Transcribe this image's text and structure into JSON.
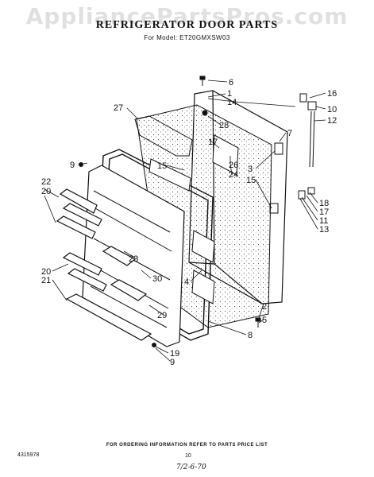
{
  "header": {
    "watermark": "AppliancePartsPros.com",
    "title": "REFRIGERATOR DOOR PARTS",
    "subtitle": "For Model: ET20GMXSW03"
  },
  "footer": {
    "ordering_note": "FOR ORDERING INFORMATION REFER TO PARTS PRICE LIST",
    "doc_number": "4315978",
    "page_number": "10",
    "handwritten": "7/2-6-70"
  },
  "callouts": [
    {
      "id": "c6",
      "label": "6"
    },
    {
      "id": "c1",
      "label": "1"
    },
    {
      "id": "c14",
      "label": "14"
    },
    {
      "id": "c16",
      "label": "16"
    },
    {
      "id": "c10",
      "label": "10"
    },
    {
      "id": "c12",
      "label": "12"
    },
    {
      "id": "c27",
      "label": "27"
    },
    {
      "id": "c28",
      "label": "28"
    },
    {
      "id": "c7",
      "label": "7"
    },
    {
      "id": "c17a",
      "label": "17"
    },
    {
      "id": "c26",
      "label": "26"
    },
    {
      "id": "c24",
      "label": "24"
    },
    {
      "id": "c15a",
      "label": "15"
    },
    {
      "id": "c3",
      "label": "3"
    },
    {
      "id": "c15b",
      "label": "15"
    },
    {
      "id": "c9a",
      "label": "9"
    },
    {
      "id": "c22",
      "label": "22"
    },
    {
      "id": "c20a",
      "label": "20"
    },
    {
      "id": "c18",
      "label": "18"
    },
    {
      "id": "c17b",
      "label": "17"
    },
    {
      "id": "c11",
      "label": "11"
    },
    {
      "id": "c13",
      "label": "13"
    },
    {
      "id": "c23",
      "label": "23"
    },
    {
      "id": "c20b",
      "label": "20"
    },
    {
      "id": "c21",
      "label": "21"
    },
    {
      "id": "c30",
      "label": "30"
    },
    {
      "id": "c4",
      "label": "4"
    },
    {
      "id": "c2",
      "label": "2"
    },
    {
      "id": "c5",
      "label": "5"
    },
    {
      "id": "c8",
      "label": "8"
    },
    {
      "id": "c29",
      "label": "29"
    },
    {
      "id": "c19",
      "label": "19"
    },
    {
      "id": "c9b",
      "label": "9"
    }
  ]
}
